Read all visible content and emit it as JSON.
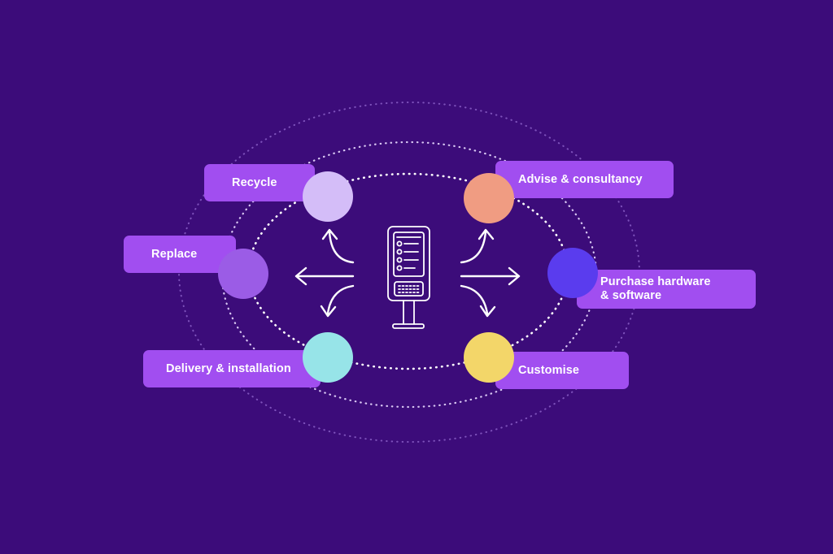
{
  "colors": {
    "background": "#3c0c7a",
    "label_fill": "#a14ef0",
    "line": "#ffffff"
  },
  "center_icon": "kiosk-terminal-icon",
  "steps": [
    {
      "id": "recycle",
      "label": "Recycle",
      "color": "#d4bdf8"
    },
    {
      "id": "advise",
      "label": "Advise & consultancy",
      "color": "#f09c82"
    },
    {
      "id": "replace",
      "label": "Replace",
      "color": "#9b5ce6"
    },
    {
      "id": "purchase",
      "label": "Purchase hardware\n& software",
      "color": "#5a3cee"
    },
    {
      "id": "delivery",
      "label": "Delivery & installation",
      "color": "#97e4e8"
    },
    {
      "id": "customise",
      "label": "Customise",
      "color": "#f3d669"
    }
  ]
}
